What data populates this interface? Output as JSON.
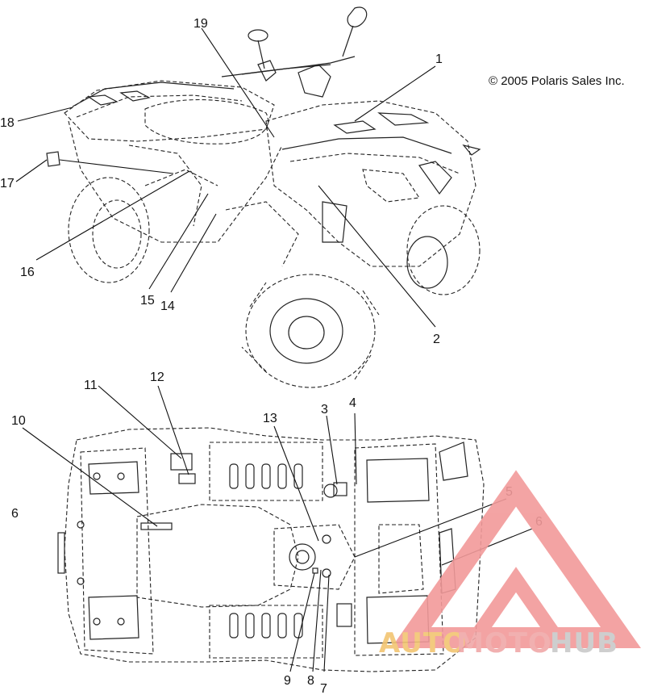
{
  "copyright": "© 2005 Polaris Sales Inc.",
  "callouts": {
    "c1": "1",
    "c2": "2",
    "c3": "3",
    "c4": "4",
    "c5": "5",
    "c6a": "6",
    "c6b": "6",
    "c7": "7",
    "c8": "8",
    "c9": "9",
    "c10": "10",
    "c11": "11",
    "c12": "12",
    "c13": "13",
    "c14": "14",
    "c15": "15",
    "c16": "16",
    "c17": "17",
    "c18": "18",
    "c19": "19"
  },
  "watermark": {
    "part1": "AUTO",
    "part2": "MOTO",
    "part3": "HUB",
    "color_part1": "#f2c572",
    "color_part2": "#f0a8a8",
    "color_part3": "#c9c9c9",
    "triangle_color": "#f29a9a"
  }
}
